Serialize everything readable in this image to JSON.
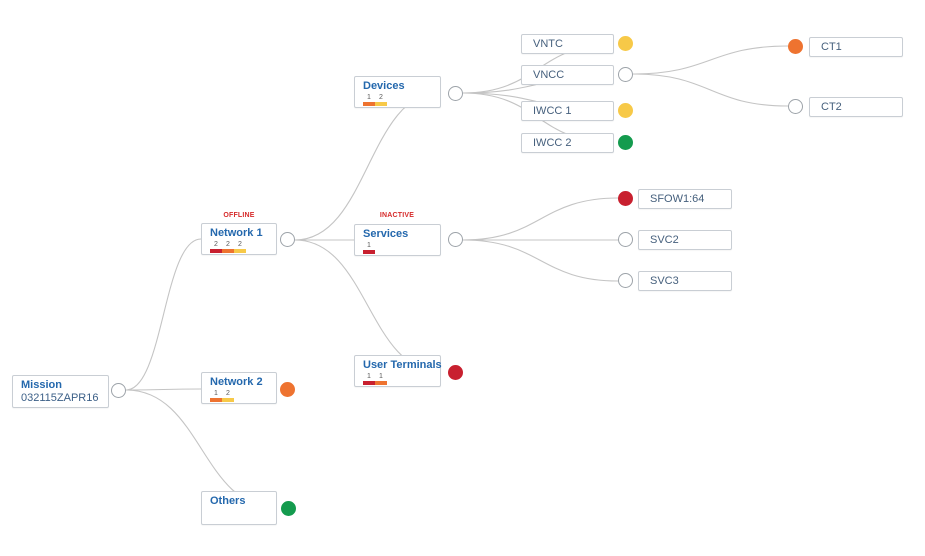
{
  "colors": {
    "critical": "#c8202f",
    "major": "#ee7330",
    "minor": "#f7c948",
    "ok": "#149b4e",
    "edge": "#c4c4c4",
    "empty": "#ffffff"
  },
  "root": {
    "title": "Mission",
    "subtitle": "032115ZAPR16",
    "status": "empty"
  },
  "network1": {
    "title": "Network 1",
    "state": "OFFLINE",
    "status": "empty",
    "counts": [
      {
        "n": "2",
        "color": "critical"
      },
      {
        "n": "2",
        "color": "major"
      },
      {
        "n": "2",
        "color": "minor"
      }
    ]
  },
  "network2": {
    "title": "Network 2",
    "status": "major",
    "counts": [
      {
        "n": "1",
        "color": "major"
      },
      {
        "n": "2",
        "color": "minor"
      }
    ]
  },
  "others": {
    "title": "Others",
    "status": "ok"
  },
  "devices": {
    "title": "Devices",
    "status": "empty",
    "counts": [
      {
        "n": "1",
        "color": "major"
      },
      {
        "n": "2",
        "color": "minor"
      }
    ]
  },
  "services": {
    "title": "Services",
    "state": "INACTIVE",
    "status": "empty",
    "counts": [
      {
        "n": "1",
        "color": "critical"
      }
    ]
  },
  "terminals": {
    "title": "User Terminals",
    "status": "critical",
    "counts": [
      {
        "n": "1",
        "color": "critical"
      },
      {
        "n": "1",
        "color": "major"
      }
    ]
  },
  "vntc": {
    "title": "VNTC",
    "status": "minor"
  },
  "vncc": {
    "title": "VNCC",
    "status": "empty"
  },
  "iwcc1": {
    "title": "IWCC 1",
    "status": "minor"
  },
  "iwcc2": {
    "title": "IWCC 2",
    "status": "ok"
  },
  "ct1": {
    "title": "CT1",
    "status": "major"
  },
  "ct2": {
    "title": "CT2",
    "status": "empty"
  },
  "sfow": {
    "title": "SFOW1:64",
    "status": "critical"
  },
  "svc2": {
    "title": "SVC2",
    "status": "empty"
  },
  "svc3": {
    "title": "SVC3",
    "status": "empty"
  }
}
